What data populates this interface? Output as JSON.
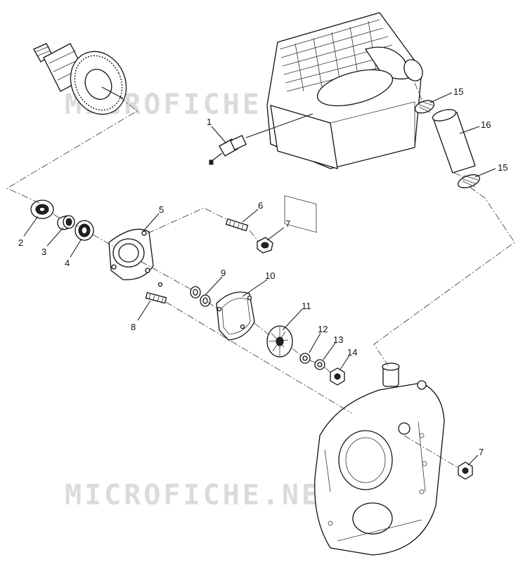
{
  "watermarks": [
    "MICROFICHE.NET",
    "MICROFICHE.NET"
  ],
  "callouts": [
    {
      "id": "c1",
      "label": "1"
    },
    {
      "id": "c2",
      "label": "2"
    },
    {
      "id": "c3",
      "label": "3"
    },
    {
      "id": "c4",
      "label": "4"
    },
    {
      "id": "c5",
      "label": "5"
    },
    {
      "id": "c6",
      "label": "6"
    },
    {
      "id": "c7a",
      "label": "7"
    },
    {
      "id": "c7b",
      "label": "7"
    },
    {
      "id": "c8",
      "label": "8"
    },
    {
      "id": "c9",
      "label": "9"
    },
    {
      "id": "c10",
      "label": "10"
    },
    {
      "id": "c11",
      "label": "11"
    },
    {
      "id": "c12",
      "label": "12"
    },
    {
      "id": "c13",
      "label": "13"
    },
    {
      "id": "c14",
      "label": "14"
    },
    {
      "id": "c15a",
      "label": "15"
    },
    {
      "id": "c15b",
      "label": "15"
    },
    {
      "id": "c16",
      "label": "16"
    }
  ]
}
